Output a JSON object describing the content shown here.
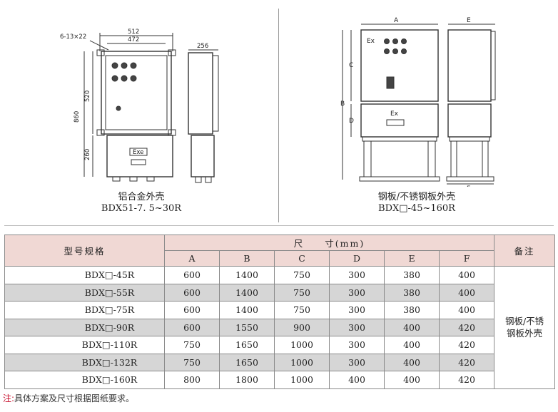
{
  "left_drawing": {
    "dims": {
      "top_outer": "512",
      "top_inner": "472",
      "holes": "6-13×22",
      "side_width": "256",
      "height_total": "860",
      "height_upper": "520",
      "height_lower": "260"
    },
    "panel_label": "Exe",
    "caption_cn": "铝合金外壳",
    "caption_model": "BDX51-7. 5~30R"
  },
  "right_drawing": {
    "dims": {
      "a": "A",
      "b": "B",
      "c": "C",
      "d": "D",
      "e": "E",
      "f": "F"
    },
    "label_top": "Ex",
    "label_bottom": "Ex",
    "caption_cn": "钢板/不锈钢板外壳",
    "caption_model": "BDX□-45~160R"
  },
  "table": {
    "model_header": "型号规格",
    "size_header": "尺　　寸(mm)",
    "note_header": "备注",
    "columns": [
      "A",
      "B",
      "C",
      "D",
      "E",
      "F"
    ],
    "rows": [
      {
        "model": "BDX□-45R",
        "values": [
          "600",
          "1400",
          "750",
          "300",
          "380",
          "400"
        ]
      },
      {
        "model": "BDX□-55R",
        "values": [
          "600",
          "1400",
          "750",
          "300",
          "380",
          "400"
        ]
      },
      {
        "model": "BDX□-75R",
        "values": [
          "600",
          "1400",
          "750",
          "300",
          "380",
          "400"
        ]
      },
      {
        "model": "BDX□-90R",
        "values": [
          "600",
          "1550",
          "900",
          "300",
          "400",
          "420"
        ]
      },
      {
        "model": "BDX□-110R",
        "values": [
          "750",
          "1650",
          "1000",
          "300",
          "400",
          "420"
        ]
      },
      {
        "model": "BDX□-132R",
        "values": [
          "750",
          "1650",
          "1000",
          "300",
          "400",
          "420"
        ]
      },
      {
        "model": "BDX□-160R",
        "values": [
          "800",
          "1800",
          "1000",
          "400",
          "400",
          "420"
        ]
      }
    ],
    "note_line1": "钢板/不锈",
    "note_line2": "钢板外壳"
  },
  "footnote": {
    "label": "注:",
    "text": "具体方案及尺寸根据图纸要求。"
  }
}
